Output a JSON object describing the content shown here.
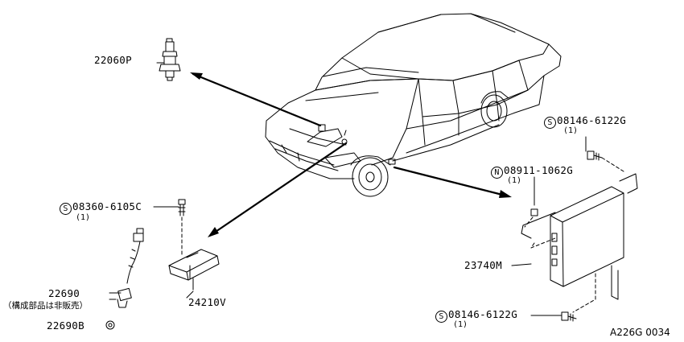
{
  "diagram": {
    "figure_code": "A226G 0034",
    "parts": [
      {
        "id": "p1",
        "number": "22060P"
      },
      {
        "id": "p2",
        "prefix": "S",
        "number": "08146-6122G",
        "qty": "(1)"
      },
      {
        "id": "p3",
        "prefix": "N",
        "number": "08911-1062G",
        "qty": "(1)"
      },
      {
        "id": "p4",
        "prefix": "S",
        "number": "08360-6105C",
        "qty": "(1)"
      },
      {
        "id": "p5",
        "number": "22690",
        "note": "（構成部品は非販売）"
      },
      {
        "id": "p6",
        "number": "24210V"
      },
      {
        "id": "p7",
        "number": "23740M"
      },
      {
        "id": "p8",
        "number": "22690B"
      },
      {
        "id": "p9",
        "prefix": "S",
        "number": "08146-6122G",
        "qty": "(1)"
      }
    ]
  }
}
